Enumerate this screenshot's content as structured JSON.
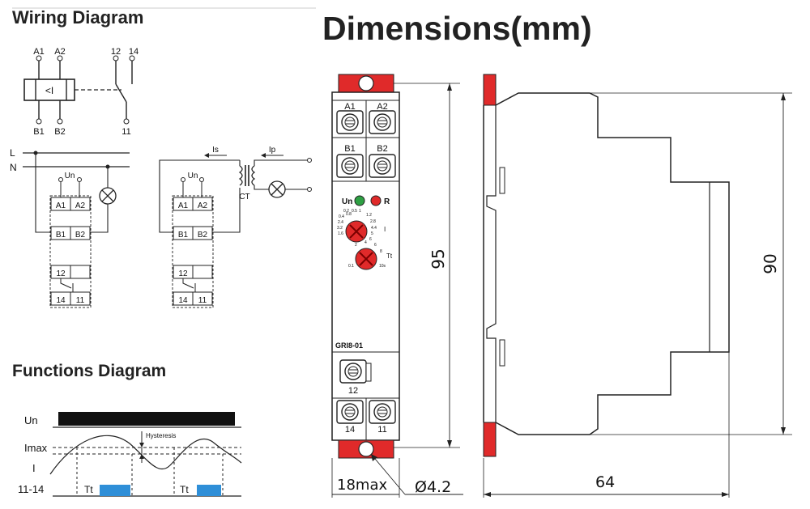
{
  "wiring": {
    "title": "Wiring Diagram",
    "terminals_top": [
      "A1",
      "A2",
      "B1",
      "B2"
    ],
    "sensor_symbol": "<I",
    "contacts": [
      "12",
      "14",
      "11"
    ],
    "line_L": "L",
    "line_N": "N",
    "supply_label": "Un",
    "current_is": "Is",
    "current_ip": "Ip",
    "ct_label": "CT"
  },
  "functions": {
    "title": "Functions Diagram",
    "row_un": "Un",
    "row_imax": "Imax",
    "row_i": "I",
    "row_out": "11-14",
    "hysteresis": "Hysteresis",
    "tt": "Tt",
    "pulse_color": "#2f8fd8"
  },
  "dimensions": {
    "title": "Dimensions(mm)",
    "height_95": "95",
    "height_90": "90",
    "width_18": "18max",
    "depth_64": "64",
    "hole": "Ø4.2",
    "model": "GRI8-01",
    "led_un": "Un",
    "led_r": "R",
    "knob_i": "I",
    "knob_tt": "Tt",
    "knob1_scale": [
      "0.2",
      "0.5",
      "1",
      "1.2",
      "2.8",
      "4.4",
      "5",
      "6",
      "3.2",
      "2.4",
      "1.6",
      "0.4",
      "0.8"
    ],
    "knob2_scale": [
      "2",
      "4",
      "6",
      "8",
      "0.1",
      "10s"
    ],
    "accent_red": "#e02a2a",
    "led_green": "#2ea043"
  }
}
